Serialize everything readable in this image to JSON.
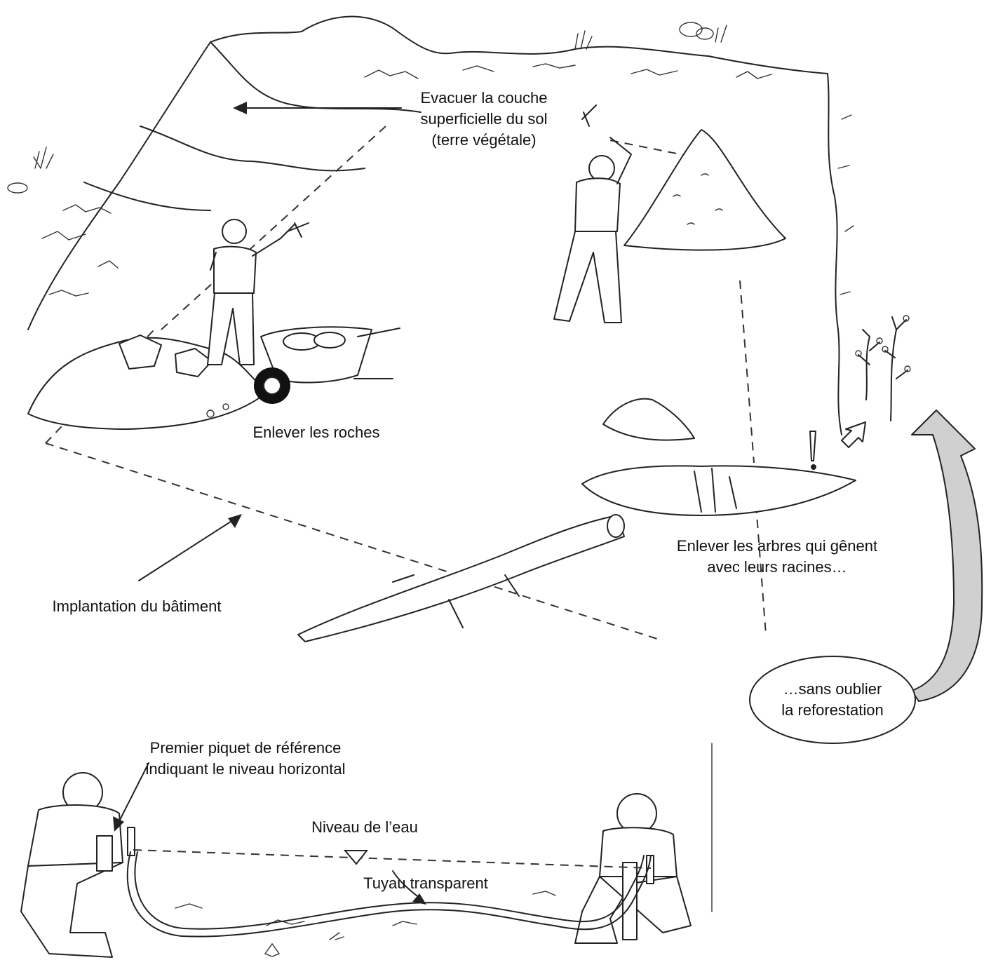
{
  "labels": {
    "topsoil": [
      "Evacuer la couche",
      "superficielle du sol",
      "(terre végétale)"
    ],
    "rocks": "Enlever les roches",
    "trees": [
      "Enlever les arbres qui gênent",
      "avec leurs racines…"
    ],
    "layout": "Implantation du bâtiment",
    "reforest": [
      "…sans oublier",
      "la reforestation"
    ],
    "stake": [
      "Premier piquet de référence",
      "indiquant le niveau horizontal"
    ],
    "water_level": "Niveau de l’eau",
    "hose": "Tuyau transparent"
  },
  "colors": {
    "ink": "#222222",
    "curved_arrow_fill": "#d0d0d0",
    "background": "#ffffff"
  }
}
